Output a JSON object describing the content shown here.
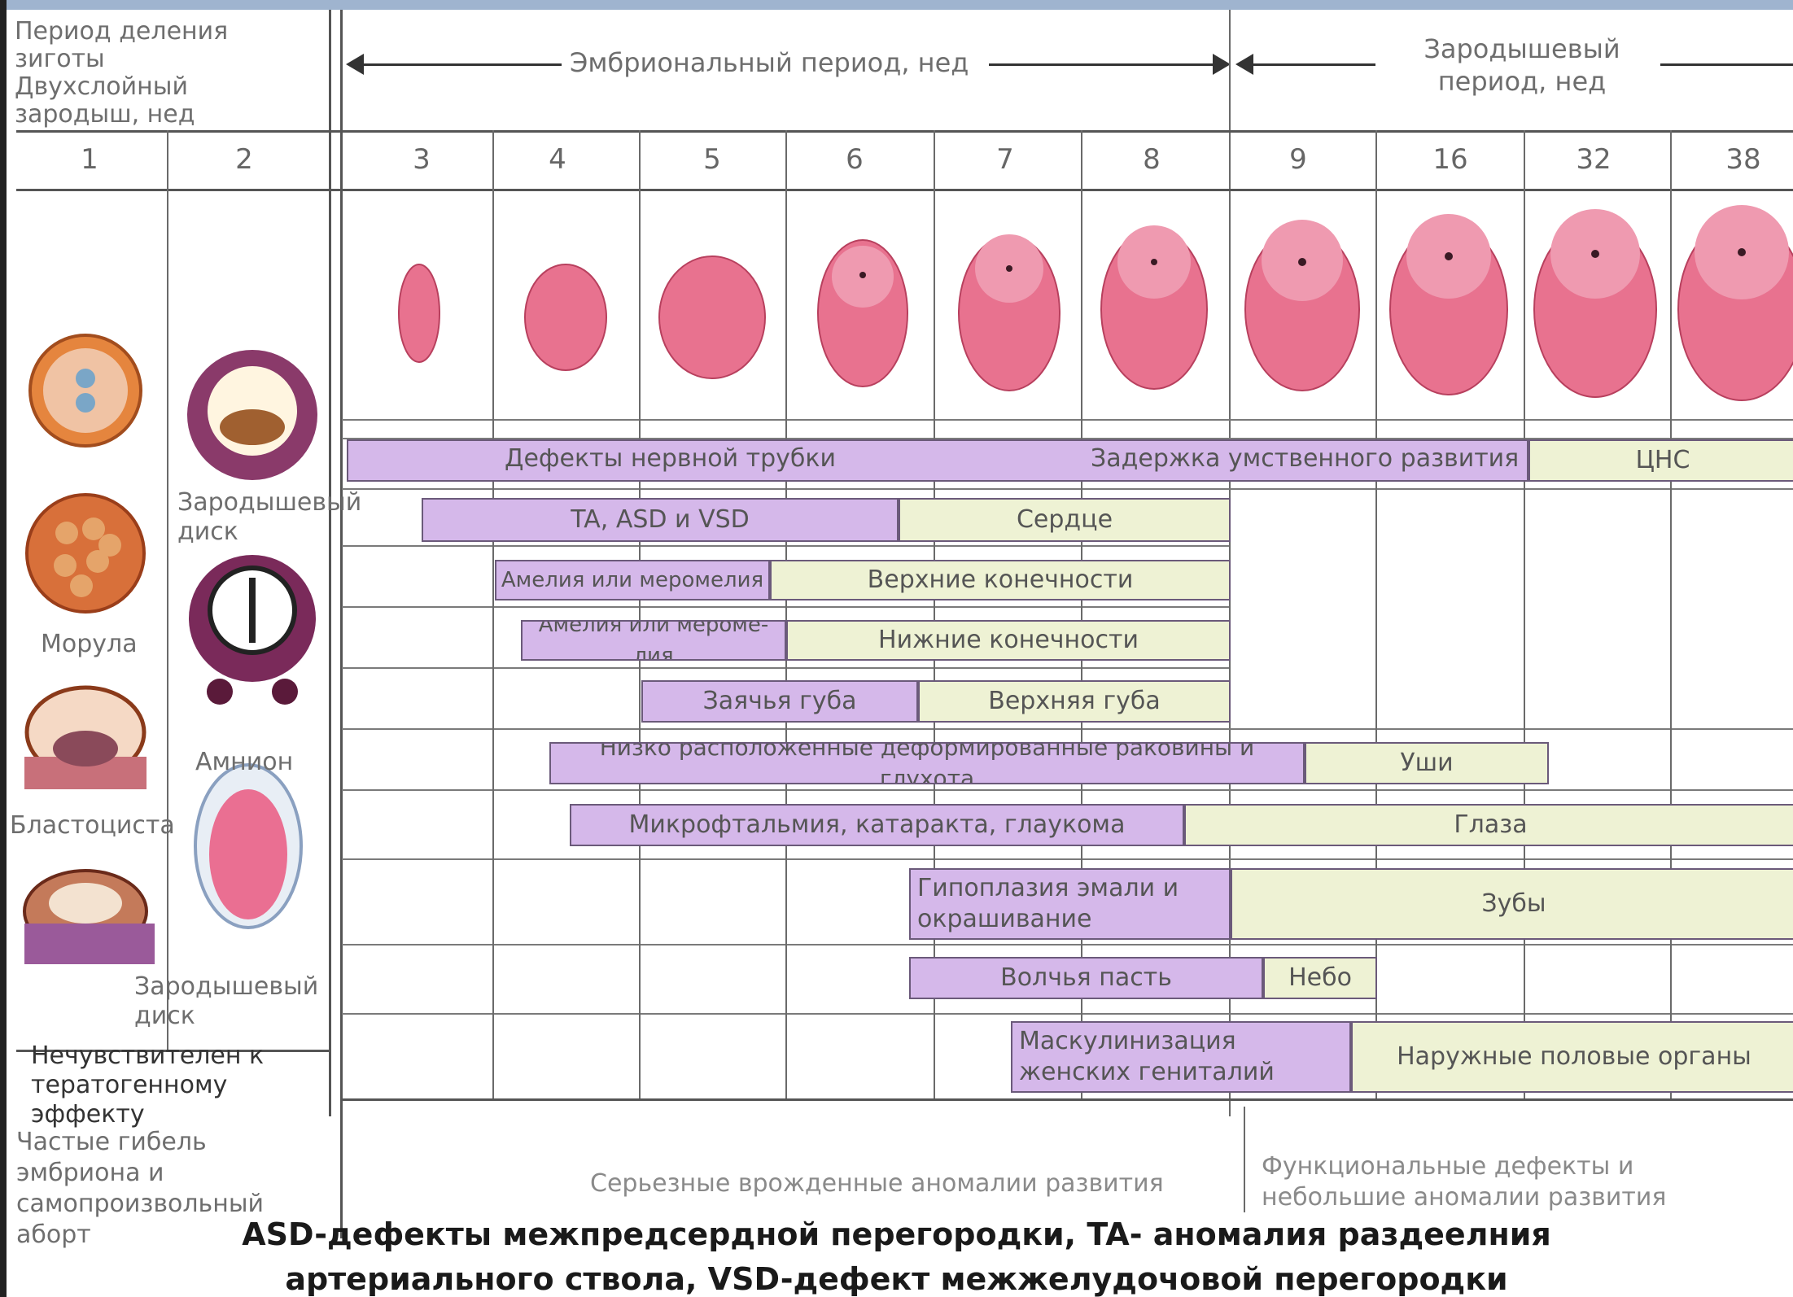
{
  "left_header": [
    "Период деления зиготы",
    "Двухслойный",
    "зародыш, нед"
  ],
  "embryonic_period": "Эмбриональный период, нед",
  "fetal_period": "Зародышевый период, нед",
  "weeks": [
    "1",
    "2",
    "3",
    "4",
    "5",
    "6",
    "7",
    "8",
    "9",
    "16",
    "32",
    "38"
  ],
  "left_labels": {
    "germ_disc_1": "Зародышевый диск",
    "morula": "Морула",
    "amnion": "Амнион",
    "blastocyst": "Бластоциста",
    "germ_disc_2": "Зародышевый диск",
    "insensitive": "Нечувствителен к тератогенному эффекту",
    "death": "Частые гибель эмбриона и самопроизвольный аборт"
  },
  "bars": {
    "neural_tube": "Дефекты нервной трубки",
    "mental": "Задержка умственного развития",
    "cns": "ЦНС",
    "heart_defects": "TA, ASD и VSD",
    "heart": "Сердце",
    "amelia_upper": "Амелия или мероме­лия",
    "upper_limbs": "Верхние конечности",
    "amelia_lower": "Амелия или мероме­лия",
    "lower_limbs": "Нижние конечности",
    "cleft_lip": "Заячья губа",
    "upper_lip": "Верхняя губа",
    "ears_defect": "Низко расположенные деформированные раковины и глухота",
    "ears": "Уши",
    "eyes_defect": "Микрофтальмия, катаракта, глаукома",
    "eyes": "Глаза",
    "enamel": "Гипоплазия эмали и окрашивание",
    "teeth": "Зубы",
    "palate_defect": "Волчья пасть",
    "palate": "Небо",
    "masc": "Маскулинизация женских гениталий",
    "genitals": "Наружные половые органы"
  },
  "bottom": {
    "serious": "Серьезные врожденные аномалии развития",
    "functional": "Функциональные дефекты и небольшие аномалии развития"
  },
  "caption": {
    "line1": "ASD-дефекты межпредсердной перегородки, TA- аномалия раздеелния",
    "line2": "артериального ствола, VSD-дефект межжелудочовой перегородки"
  }
}
